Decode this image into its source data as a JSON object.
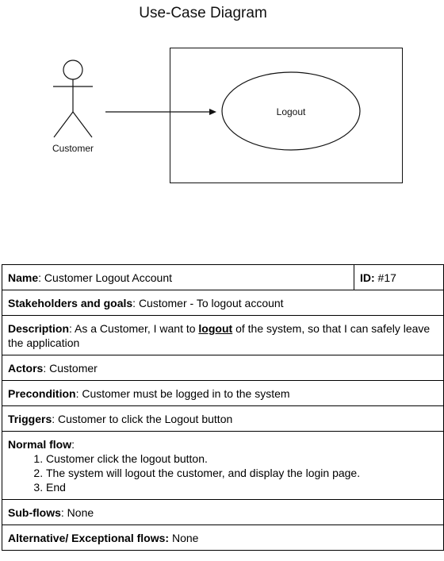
{
  "title": "Use-Case Diagram",
  "diagram": {
    "actor_label": "Customer",
    "use_case_label": "Logout"
  },
  "spec": {
    "name_label": "Name",
    "name_value": ": Customer Logout Account",
    "id_label": "ID:",
    "id_value": " #17",
    "stakeholders_label": "Stakeholders and goals",
    "stakeholders_value": ": Customer - To logout account",
    "description_label": "Description",
    "description_pre": ": As a Customer, I want to ",
    "description_emphasis": "logout",
    "description_post": " of the system, so that I can safely leave the application",
    "actors_label": "Actors",
    "actors_value": ": Customer",
    "precondition_label": "Precondition",
    "precondition_value": ": Customer must be logged in to the system",
    "triggers_label": "Triggers",
    "triggers_value": ": Customer to click the Logout button",
    "normal_flow_label": "Normal flow",
    "normal_flow_colon": ":",
    "normal_flow_steps": [
      "Customer click the logout button.",
      "The system will logout the customer, and display the login page.",
      "End"
    ],
    "subflows_label": "Sub-flows",
    "subflows_value": ": None",
    "alt_flows_label": "Alternative/ Exceptional flows:",
    "alt_flows_value": " None"
  }
}
